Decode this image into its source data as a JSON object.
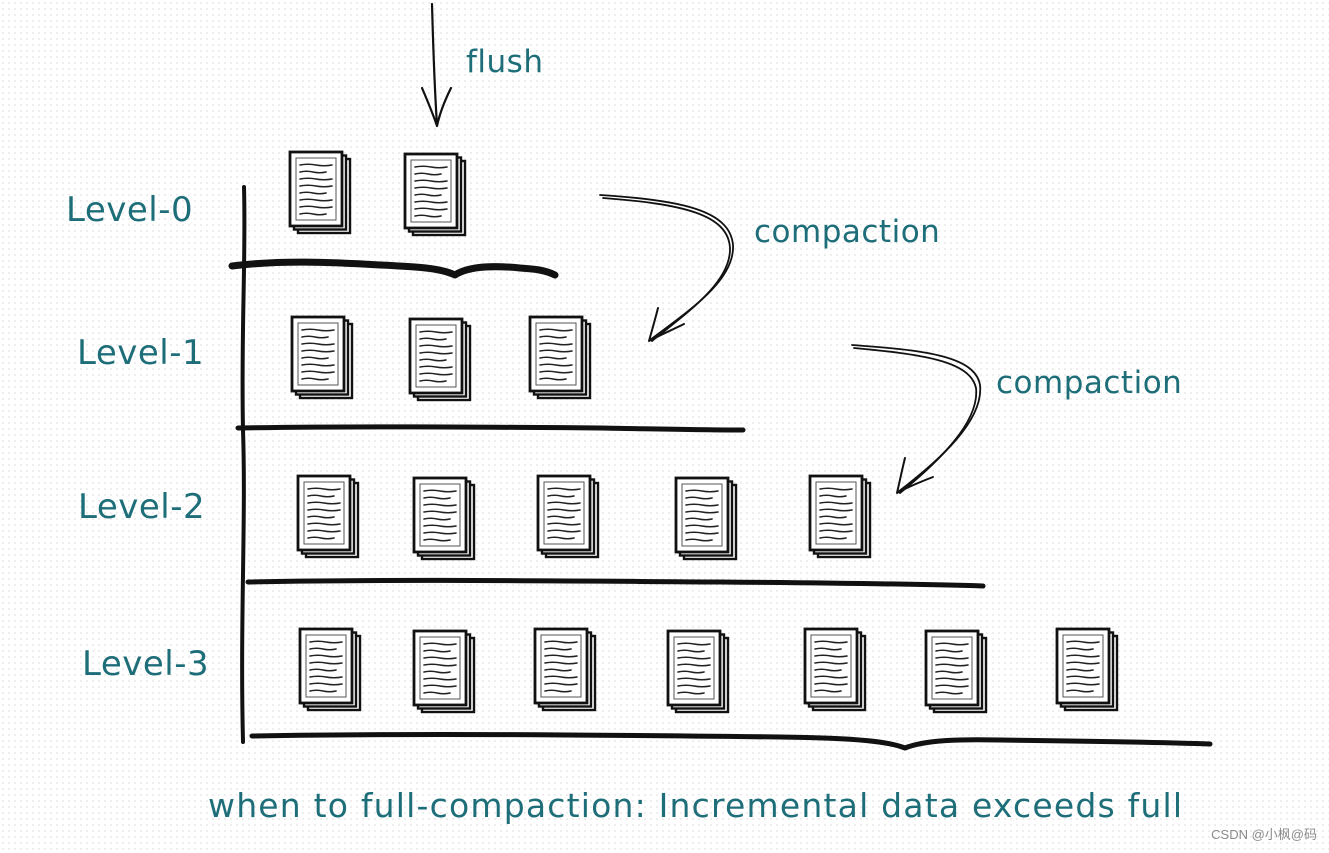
{
  "levels": [
    {
      "label": "Level-0",
      "files": 2
    },
    {
      "label": "Level-1",
      "files": 3
    },
    {
      "label": "Level-2",
      "files": 5
    },
    {
      "label": "Level-3",
      "files": 7
    }
  ],
  "annotations": {
    "flush": "flush",
    "compaction_top": "compaction",
    "compaction_mid": "compaction"
  },
  "footer": "when to full-compaction: Incremental data exceeds full",
  "watermark": "CSDN @小枫@码",
  "colors": {
    "text": "#1e6e79",
    "ink": "#111111"
  }
}
